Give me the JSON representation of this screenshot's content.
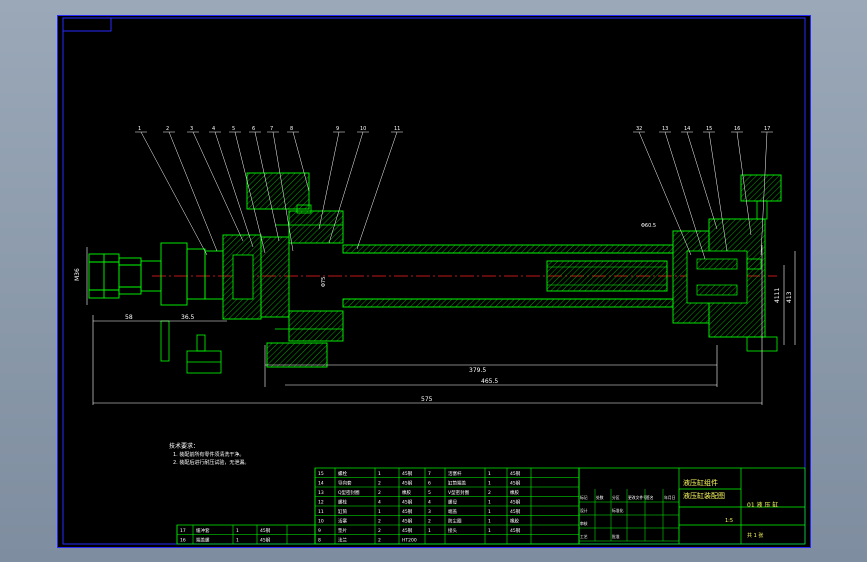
{
  "colors": {
    "background": "#000000",
    "frame": "#2a2aff",
    "part_outline": "#00ff00",
    "hatch": "#00c800",
    "centerline": "#ff2020",
    "dimension": "#ffffff",
    "title_block": "#00ff00",
    "title_text": "#ffff60"
  },
  "balloons": [
    "1",
    "2",
    "3",
    "4",
    "5",
    "6",
    "7",
    "8",
    "9",
    "10",
    "11",
    "32",
    "13",
    "14",
    "15",
    "16",
    "17"
  ],
  "dimensions": {
    "left_height": "M36",
    "left_len_1": "58",
    "left_len_2": "36.5",
    "inner_len": "379.5",
    "mid_len": "465.5",
    "total_len": "575",
    "right_1": "4111",
    "right_2": "413",
    "dia_1": "Φ75",
    "dia_2": "Φ60.5"
  },
  "notes": {
    "heading": "技术要求：",
    "line1": "1. 装配前所有零件须清洗干净。",
    "line2": "2. 装配后进行耐压试验，无泄漏。"
  },
  "title_block": {
    "drawing_title_1": "液压缸组件",
    "drawing_title_2": "液压缸装配图",
    "drawing_no": "01  液 压 缸",
    "scale": "1:5",
    "sheet": "共 1 张"
  },
  "bom_rows": [
    {
      "no": "15",
      "name": "螺栓",
      "qty": "1",
      "mat": "45钢",
      "no2": "7",
      "name2": "活塞杆",
      "qty2": "1",
      "mat2": "45钢"
    },
    {
      "no": "14",
      "name": "导向套",
      "qty": "2",
      "mat": "45钢",
      "no2": "6",
      "name2": "缸筒端盖",
      "qty2": "1",
      "mat2": "45钢"
    },
    {
      "no": "13",
      "name": "Q型密封圈",
      "qty": "2",
      "mat": "橡胶",
      "no2": "5",
      "name2": "V型密封圈",
      "qty2": "2",
      "mat2": "橡胶"
    },
    {
      "no": "12",
      "name": "螺栓",
      "qty": "4",
      "mat": "45钢",
      "no2": "4",
      "name2": "螺母",
      "qty2": "1",
      "mat2": "45钢"
    },
    {
      "no": "11",
      "name": "缸筒",
      "qty": "1",
      "mat": "45钢",
      "no2": "3",
      "name2": "端盖",
      "qty2": "1",
      "mat2": "45钢"
    },
    {
      "no": "10",
      "name": "活塞",
      "qty": "2",
      "mat": "45钢",
      "no2": "2",
      "name2": "防尘圈",
      "qty2": "1",
      "mat2": "橡胶"
    },
    {
      "no": "9",
      "name": "垫片",
      "qty": "2",
      "mat": "45钢",
      "no2": "1",
      "name2": "接头",
      "qty2": "1",
      "mat2": "45钢"
    },
    {
      "no": "8",
      "name": "法兰",
      "qty": "2",
      "mat": "HT200",
      "no2": "",
      "name2": "",
      "qty2": "",
      "mat2": ""
    }
  ],
  "bom_left": [
    {
      "no": "17",
      "name": "缓冲套",
      "qty": "1",
      "mat": "45钢"
    },
    {
      "no": "16",
      "name": "端盖螺",
      "qty": "1",
      "mat": "45钢"
    }
  ],
  "sign_rows": [
    {
      "a": "标记",
      "b": "处数",
      "c": "分区",
      "d": "更改文件号",
      "e": "签名",
      "f": "年月日"
    },
    {
      "a": "设计",
      "b": "",
      "c": "标准化",
      "d": "",
      "e": "",
      "f": ""
    },
    {
      "a": "审核",
      "b": "",
      "c": "",
      "d": "",
      "e": "",
      "f": ""
    },
    {
      "a": "工艺",
      "b": "",
      "c": "批准",
      "d": "",
      "e": "",
      "f": ""
    }
  ]
}
